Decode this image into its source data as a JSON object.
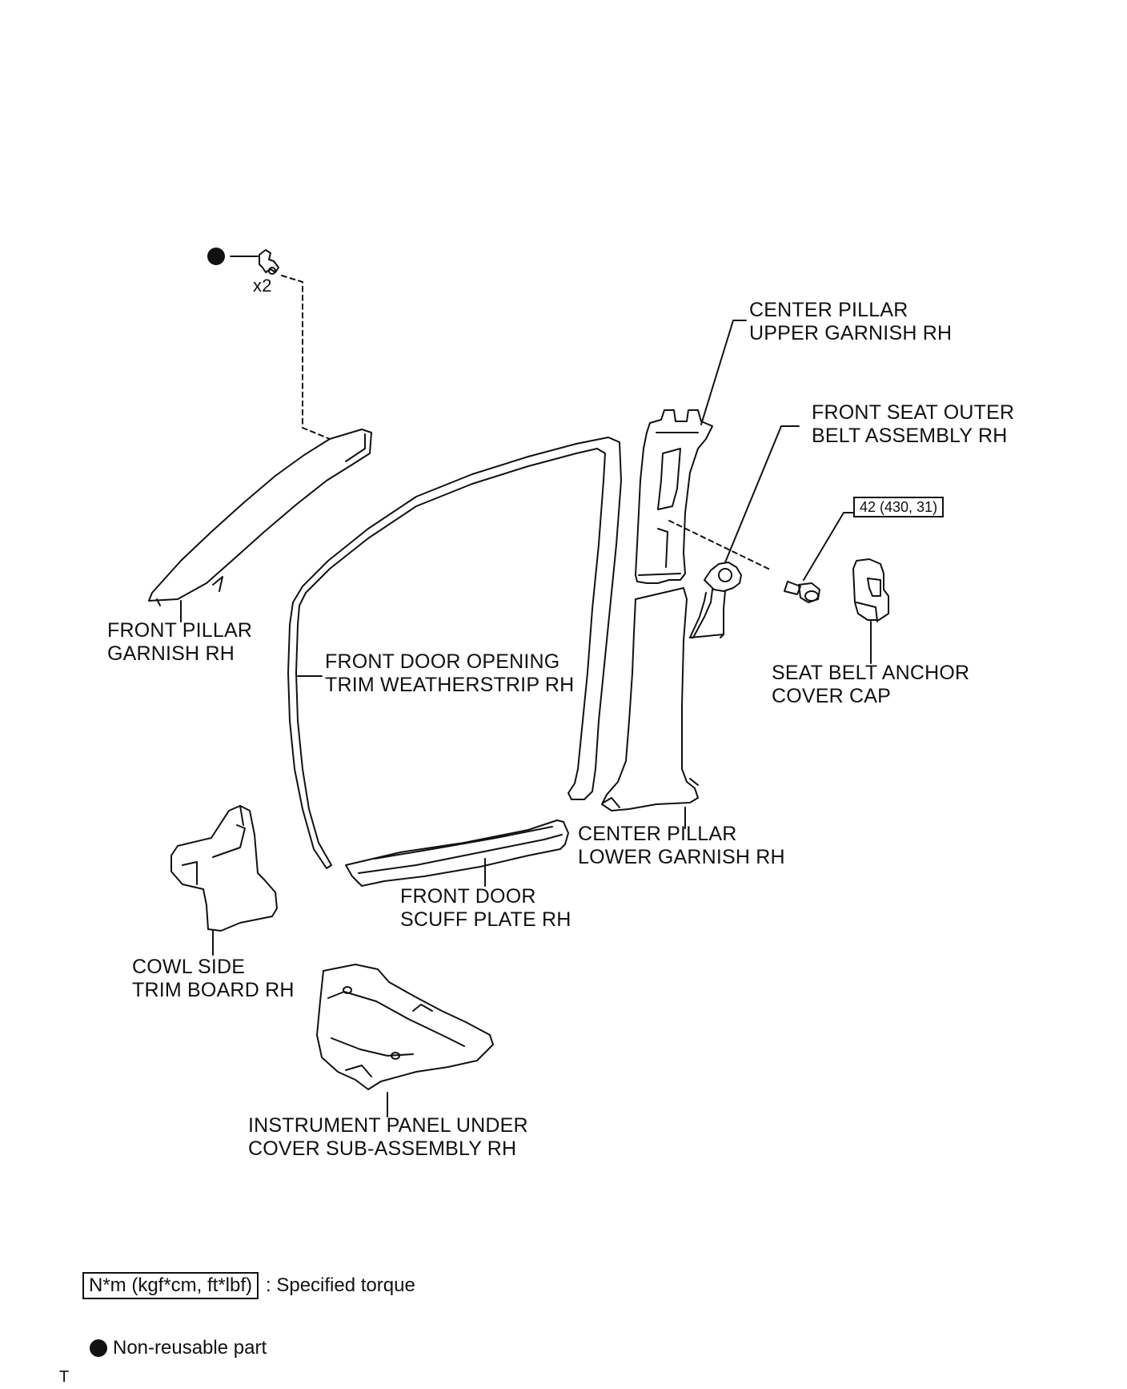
{
  "labels": {
    "clip_qty": "x2",
    "center_pillar_upper": [
      "CENTER PILLAR",
      "UPPER GARNISH RH"
    ],
    "front_seat_belt": [
      "FRONT SEAT OUTER",
      "BELT ASSEMBLY RH"
    ],
    "front_pillar": [
      "FRONT PILLAR",
      "GARNISH RH"
    ],
    "weatherstrip": [
      "FRONT DOOR OPENING",
      "TRIM WEATHERSTRIP RH"
    ],
    "anchor_cap": [
      "SEAT BELT ANCHOR",
      "COVER CAP"
    ],
    "center_pillar_lower": [
      "CENTER PILLAR",
      "LOWER GARNISH RH"
    ],
    "scuff_plate": [
      "FRONT DOOR",
      "SCUFF PLATE RH"
    ],
    "cowl_side": [
      "COWL SIDE",
      "TRIM BOARD RH"
    ],
    "under_cover": [
      "INSTRUMENT PANEL UNDER",
      "COVER SUB-ASSEMBLY RH"
    ]
  },
  "torque": "42 (430, 31)",
  "legend": {
    "torque_unit": "N*m (kgf*cm, ft*lbf)",
    "torque_text": ": Specified torque",
    "non_reusable": "Non-reusable part"
  },
  "corner_mark": "T"
}
